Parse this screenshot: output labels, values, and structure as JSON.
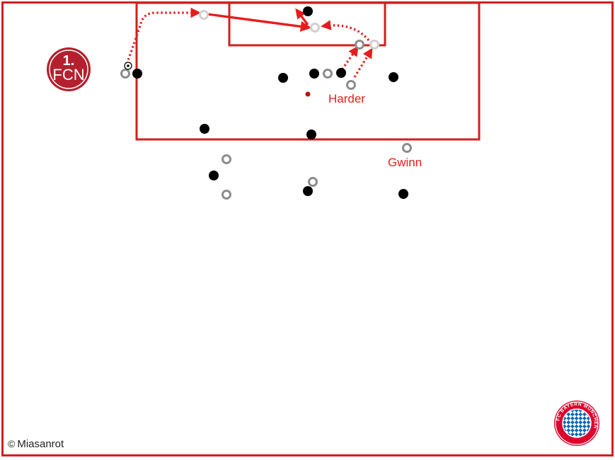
{
  "colors": {
    "line": "#d0201f",
    "arrow": "#e81c1c",
    "player_a": "#000000",
    "player_b": "#8c8c8c",
    "player_b_light": "#cfcfcf",
    "marker": "#b01515",
    "label": "#e81c1c",
    "logo_fcn": "#b5202e",
    "logo_bayern_red": "#dc052d",
    "logo_bayern_blue": "#0066b2"
  },
  "labels": {
    "player_harder": "Harder",
    "player_gwinn": "Gwinn"
  },
  "logos": {
    "fcn": {
      "icon": "fcn-crest-icon",
      "top_text": "1.",
      "bottom_text": "FCN"
    },
    "bayern": {
      "icon": "bayern-crest-icon",
      "ring_text": "FC BAYERN MÜNCHEN"
    }
  },
  "credit": {
    "symbol": "©",
    "text": "Miasanrot"
  }
}
